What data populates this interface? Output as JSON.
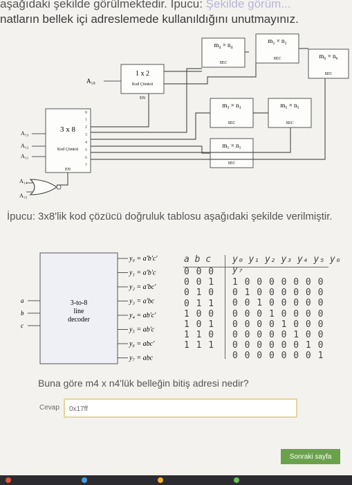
{
  "header": {
    "line1_visible": "aşağıdaki şekilde görülmektedir. İpucu: ",
    "line1_faded": "Şekilde görüm...",
    "line2": "natların bellek içi adreslemede kullanıldığını unutmayınız."
  },
  "circuit": {
    "memories": [
      {
        "name": "m₄ × n₄",
        "sec": "SEC"
      },
      {
        "name": "m₂ × n₂",
        "sec": "SEC"
      },
      {
        "name": "m₆ × n₆",
        "sec": "SEC"
      },
      {
        "name": "m₃ × n₃",
        "sec": "SEC"
      },
      {
        "name": "m₅ × n₅",
        "sec": "SEC"
      },
      {
        "name": "m₁ × n₁",
        "sec": "SEC"
      }
    ],
    "kod1": {
      "size": "1 x 2",
      "label": "Kod Çözücü",
      "en": "EN",
      "input": "A₁₀"
    },
    "kod3": {
      "size": "3 x 8",
      "label": "Kod Çözücü",
      "en": "EN",
      "outputs": [
        "0",
        "1",
        "2",
        "3",
        "4",
        "5",
        "6",
        "7"
      ],
      "inputs": [
        "A₁₃",
        "A₁₂",
        "A₁₁"
      ]
    },
    "gate_inputs": [
      "A₁₄",
      "A₁₅"
    ]
  },
  "hint": "İpucu: 3x8'lik kod çözücü doğruluk tablosu aşağıdaki şekilde verilmiştir.",
  "decoder": {
    "label_lines": [
      "3-to-8",
      "line",
      "decoder"
    ],
    "inputs": [
      "a",
      "b",
      "c"
    ],
    "outputs": [
      "y₀ = a'b'c'",
      "y₁ = a'b'c",
      "y₂ = a'bc'",
      "y₃ = a'bc",
      "y₄ = ab'c'",
      "y₅ = ab'c",
      "y₆ = abc'",
      "y₇ = abc"
    ]
  },
  "truth_table": {
    "input_header": "a b c",
    "output_header": "y₀ y₁ y₂ y₃ y₄ y₅ y₆ y₇",
    "rows": [
      {
        "in": "0 0 0",
        "out": "1 0 0 0 0 0 0 0"
      },
      {
        "in": "0 0 1",
        "out": "0 1 0 0 0 0 0 0"
      },
      {
        "in": "0 1 0",
        "out": "0 0 1 0 0 0 0 0"
      },
      {
        "in": "0 1 1",
        "out": "0 0 0 1 0 0 0 0"
      },
      {
        "in": "1 0 0",
        "out": "0 0 0 0 1 0 0 0"
      },
      {
        "in": "1 0 1",
        "out": "0 0 0 0 0 1 0 0"
      },
      {
        "in": "1 1 0",
        "out": "0 0 0 0 0 0 1 0"
      },
      {
        "in": "1 1 1",
        "out": "0 0 0 0 0 0 0 1"
      }
    ]
  },
  "question": "Buna göre m4 x n4'lük belleğin bitiş adresi nedir?",
  "answer": {
    "label": "Cevap",
    "value": "0x17ff"
  },
  "next_button": "Sonraki sayfa",
  "taskbar_colors": [
    "#e0533d",
    "#4a9be0",
    "#f2b233",
    "#6abf5a"
  ]
}
